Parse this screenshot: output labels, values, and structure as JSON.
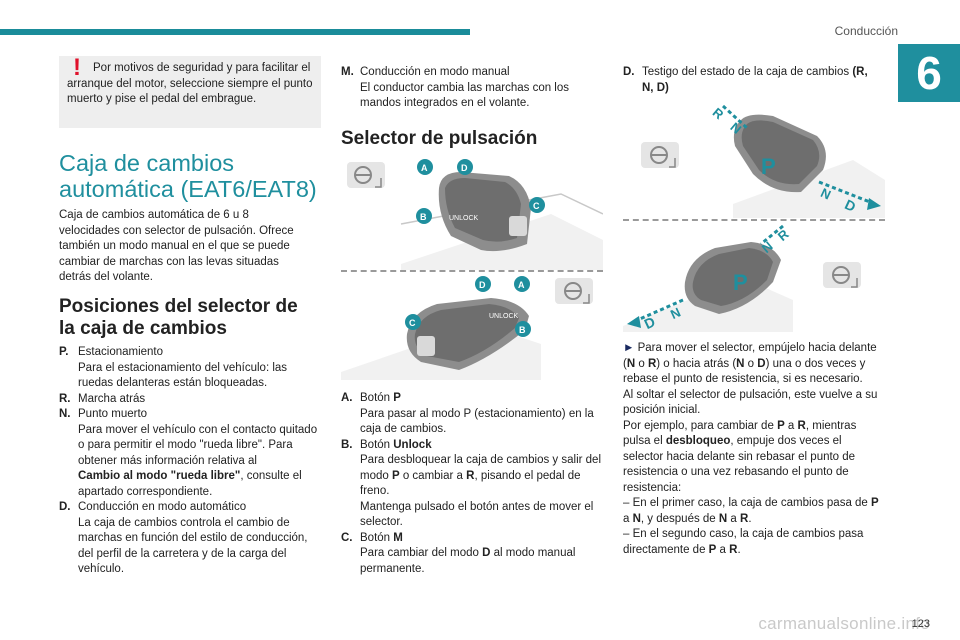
{
  "header": {
    "title": "Conducción",
    "chapter": "6"
  },
  "warning": {
    "text": "Por motivos de seguridad y para facilitar el arranque del motor, seleccione siempre el punto muerto y pise el pedal del embrague."
  },
  "section_title_line1": "Caja de cambios",
  "section_title_line2": "automática (EAT6/EAT8)",
  "intro": "Caja de cambios automática de 6 u 8 velocidades con selector de pulsación. Ofrece también un modo manual en el que se puede cambiar de marchas con las levas situadas detrás del volante.",
  "positions_title_line1": "Posiciones del selector de",
  "positions_title_line2": "la caja de cambios",
  "positions": [
    {
      "key": "P.",
      "title": "Estacionamiento",
      "desc": "Para el estacionamiento del vehículo: las ruedas delanteras están bloqueadas."
    },
    {
      "key": "R.",
      "title": "Marcha atrás",
      "desc": ""
    },
    {
      "key": "N.",
      "title": "Punto muerto",
      "desc": "Para mover el vehículo con el contacto quitado o para permitir el modo \"rueda libre\". Para obtener más información relativa al",
      "bold_tail": "Cambio al modo \"rueda libre\"",
      "tail": ", consulte el apartado correspondiente."
    },
    {
      "key": "D.",
      "title": "Conducción en modo automático",
      "desc": "La caja de cambios controla el cambio de marchas en función del estilo de conducción, del perfil de la carretera y de la carga del vehículo."
    }
  ],
  "mode_m": {
    "key": "M.",
    "title": "Conducción en modo manual",
    "desc": "El conductor cambia las marchas con los mandos integrados en el volante."
  },
  "selector_title": "Selector de pulsación",
  "buttons": [
    {
      "key": "A.",
      "title_prefix": "Botón ",
      "title_bold": "P",
      "desc": "Para pasar al modo P (estacionamiento) en la caja de cambios."
    },
    {
      "key": "B.",
      "title_prefix": "Botón ",
      "title_bold": "Unlock",
      "desc1_pre": "Para desbloquear la caja de cambios y salir del modo ",
      "desc1_b1": "P",
      "desc1_mid": " o cambiar a ",
      "desc1_b2": "R",
      "desc1_post": ", pisando el pedal de freno.",
      "desc2": "Mantenga pulsado el botón antes de mover el selector."
    },
    {
      "key": "C.",
      "title_prefix": "Botón ",
      "title_bold": "M",
      "desc_pre": "Para cambiar del modo ",
      "desc_b": "D",
      "desc_post": " al modo manual permanente."
    }
  ],
  "indicator": {
    "key": "D.",
    "title": "Testigo del estado de la caja de cambios ",
    "bold": "(R, N, D)"
  },
  "illus_labels": {
    "a": "A",
    "b": "B",
    "c": "C",
    "d": "D",
    "unlock": "UNLOCK",
    "gear_p": "P",
    "gear_r": "R",
    "gear_n": "N",
    "gear_d": "D"
  },
  "instructions": {
    "p1_pre": "Para mover el selector, empújelo hacia delante (",
    "p1_n1": "N",
    "p1_o1": " o ",
    "p1_r": "R",
    "p1_mid": ") o hacia atrás (",
    "p1_n2": "N",
    "p1_o2": " o ",
    "p1_d": "D",
    "p1_post": ") una o dos veces y rebase el punto de resistencia, si es necesario.",
    "p2": "Al soltar el selector de pulsación, este vuelve a su posición inicial.",
    "p3_pre": "Por ejemplo, para cambiar de ",
    "p3_p": "P",
    "p3_a": " a ",
    "p3_r": "R",
    "p3_mid": ", mientras pulsa el ",
    "p3_bold": "desbloqueo",
    "p3_post": ", empuje dos veces el selector hacia delante sin rebasar el punto de resistencia o una vez rebasando el punto de resistencia:",
    "l1_pre": "–  En el primer caso, la caja de cambios pasa de ",
    "l1_p": "P",
    "l1_a": " a ",
    "l1_n": "N",
    "l1_mid": ", y después de ",
    "l1_n2": "N",
    "l1_a2": " a ",
    "l1_r": "R",
    "l1_post": ".",
    "l2_pre": "–  En el segundo caso, la caja de cambios pasa directamente de ",
    "l2_p": "P",
    "l2_a": " a ",
    "l2_r": "R",
    "l2_post": "."
  },
  "page_number": "123",
  "watermark": "carmanualsonline.info",
  "colors": {
    "accent": "#1f8f9e",
    "warning": "#e0112b",
    "band": "#eeeeee"
  }
}
